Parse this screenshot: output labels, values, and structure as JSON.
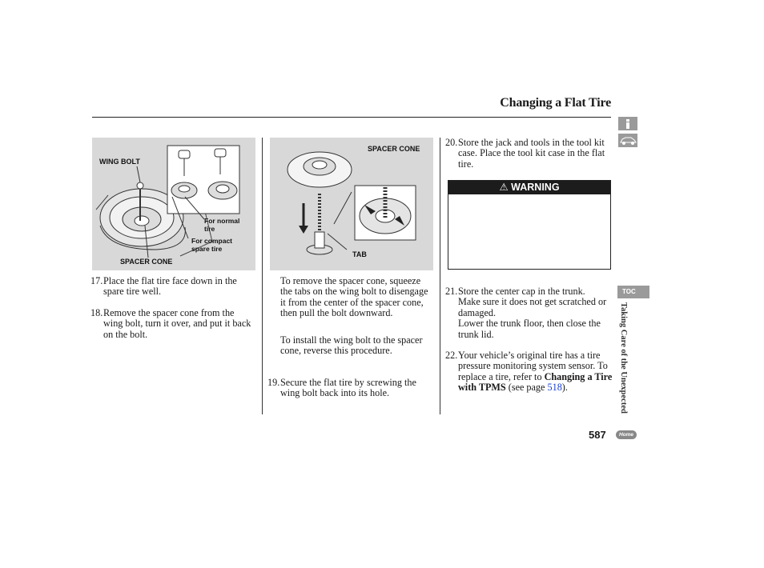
{
  "header": {
    "title": "Changing a Flat Tire"
  },
  "figure1": {
    "wing_bolt": "WING BOLT",
    "for_normal": "For normal tire",
    "for_normal_l1": "For normal",
    "for_normal_l2": "tire",
    "for_compact_l1": "For compact",
    "for_compact_l2": "spare tire",
    "spacer_cone": "SPACER CONE"
  },
  "figure2": {
    "spacer_cone": "SPACER CONE",
    "tab": "TAB"
  },
  "col1": {
    "step17_num": "17.",
    "step17_text": "Place the flat tire face down in the spare tire well.",
    "step18_num": "18.",
    "step18_text": "Remove the spacer cone from the wing bolt, turn it over, and put it back on the bolt."
  },
  "col2": {
    "p1": "To remove the spacer cone, squeeze the tabs on the wing bolt to disengage it from the center of the spacer cone, then pull the bolt downward.",
    "p2": "To install the wing bolt to the spacer cone, reverse this procedure.",
    "step19_num": "19.",
    "step19_text": "Secure the flat tire by screwing the wing bolt back into its hole."
  },
  "col3": {
    "step20_num": "20.",
    "step20_text": "Store the jack and tools in the tool kit case. Place the tool kit case in the flat tire.",
    "warning_label": "WARNING",
    "step21_num": "21.",
    "step21_text": "Store the center cap in the trunk. Make sure it does not get scratched or damaged.",
    "step21_text2": "Lower the trunk floor, then close the trunk lid.",
    "step22_num": "22.",
    "step22_text": "Your vehicle’s original tire has a tire pressure monitoring system sensor. To replace a tire, refer to",
    "step22_bold": "Changing a Tire with TPMS",
    "step22_see": "(see page",
    "step22_page": "518",
    "step22_end": ")."
  },
  "sidebar": {
    "info_icon": "info-icon",
    "car_icon": "car-icon",
    "toc_label": "TOC",
    "section_label": "Taking Care of the Unexpected",
    "home_label": "Home"
  },
  "footer": {
    "page_number": "587"
  }
}
